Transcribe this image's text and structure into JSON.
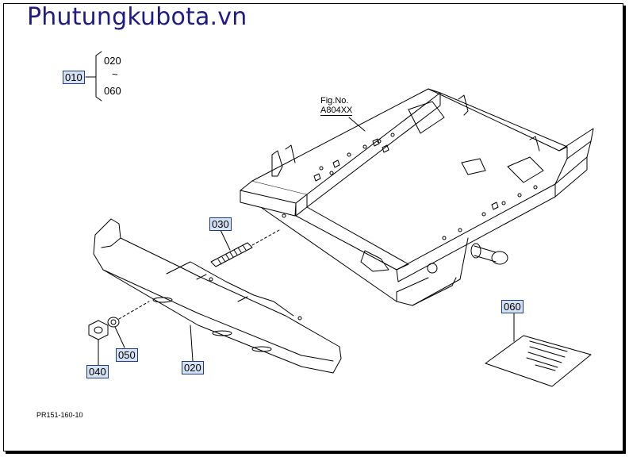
{
  "watermark": "Phutungkubota.vn",
  "range": {
    "label": "010",
    "from": "020",
    "sep": "~",
    "to": "060"
  },
  "fig_ref": {
    "line1": "Fig.No.",
    "line2": "A804XX"
  },
  "parts": {
    "p030": "030",
    "p040": "040",
    "p050": "050",
    "p020": "020",
    "p060": "060"
  },
  "diagram_code": "PR151-160-10",
  "colors": {
    "callout_fill": "#d6e2f4",
    "callout_border": "#1b3c86",
    "watermark": "#1f1a8a"
  }
}
